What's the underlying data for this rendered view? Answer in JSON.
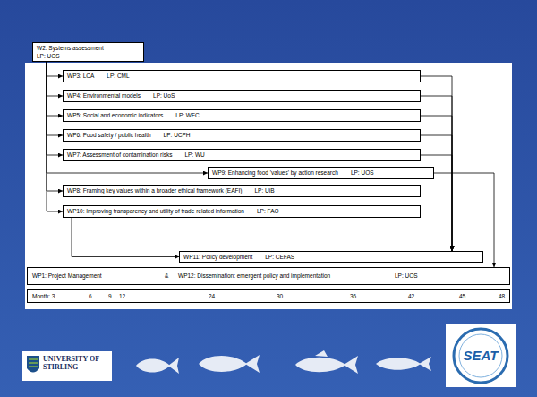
{
  "diagram": {
    "nodes": [
      {
        "text": [
          "W2: Systems assessment",
          "LP: UOS"
        ]
      },
      {
        "text": [
          "WP3: LCA",
          "LP: CML"
        ]
      },
      {
        "text": [
          "WP4: Environmental models",
          "LP: UoS"
        ]
      },
      {
        "text": [
          "WP5: Social and economic indicators",
          "LP: WFC"
        ]
      },
      {
        "text": [
          "WP6: Food safety / public health",
          "LP: UCPH"
        ]
      },
      {
        "text": [
          "WP7: Assessment of contamination risks",
          "LP: WU"
        ]
      },
      {
        "text": [
          "WP9: Enhancing food 'values' by action research",
          "LP: UOS"
        ]
      },
      {
        "text": [
          "WP8: Framing key values within a broader ethical framework (EAFI)",
          "LP: UiB"
        ]
      },
      {
        "text": [
          "WP10: Improving transparency and utility of trade related information",
          "LP: FAO"
        ]
      },
      {
        "text": [
          "WP11: Policy development",
          "LP: CEFAS"
        ]
      },
      {
        "text": [
          "WP1: Project Management",
          "&",
          "WP12: Dissemination: emergent policy and implementation",
          "LP: UOS"
        ]
      },
      {
        "text": [
          "Month: 3",
          "6",
          "9",
          "12",
          "24",
          "30",
          "36",
          "42",
          "45",
          "48"
        ]
      }
    ],
    "edges": [
      {
        "from": 0,
        "to": 1,
        "arrow": "to"
      },
      {
        "from": 0,
        "to": 2,
        "arrow": "to"
      },
      {
        "from": 0,
        "to": 3,
        "arrow": "to"
      },
      {
        "from": 0,
        "to": 4,
        "arrow": "to"
      },
      {
        "from": 0,
        "to": 5,
        "arrow": "to"
      },
      {
        "from": 0,
        "to": 6,
        "arrow": "to"
      },
      {
        "from": 0,
        "to": 7,
        "arrow": "to"
      },
      {
        "from": 0,
        "to": 8,
        "arrow": "to"
      },
      {
        "from": 8,
        "to": 9,
        "arrow": "to"
      },
      {
        "from": 1,
        "to": 9,
        "arrow": "to"
      },
      {
        "from": 2,
        "to": 9,
        "arrow": "to"
      },
      {
        "from": 3,
        "to": 9,
        "arrow": "to"
      },
      {
        "from": 4,
        "to": 9,
        "arrow": "to"
      },
      {
        "from": 5,
        "to": 9,
        "arrow": "to"
      },
      {
        "from": 6,
        "to": 10,
        "arrow": "to"
      }
    ],
    "labels": [
      "UNIVERSITY OF STIRLING",
      "SEAT"
    ]
  }
}
